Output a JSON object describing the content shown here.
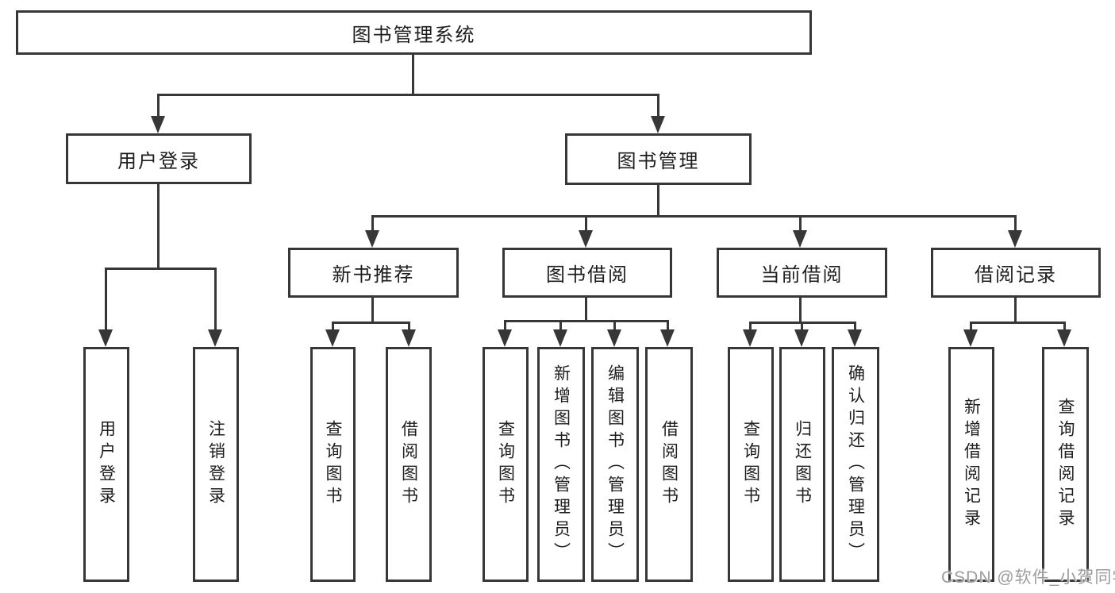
{
  "nodes": {
    "root": "图书管理系统",
    "l2": {
      "login": "用户登录",
      "mgmt": "图书管理"
    },
    "l3": {
      "recommend": "新书推荐",
      "borrow": "图书借阅",
      "current": "当前借阅",
      "records": "借阅记录"
    },
    "leaves": {
      "login_user": "用户登录",
      "login_logout": "注销登录",
      "recommend_query": "查询图书",
      "recommend_borrow": "借阅图书",
      "borrow_query": "查询图书",
      "borrow_add": "新增图书（管理员）",
      "borrow_edit": "编辑图书（管理员）",
      "borrow_lend": "借阅图书",
      "current_query": "查询图书",
      "current_return": "归还图书",
      "current_confirm": "确认归还（管理员）",
      "records_add": "新增借阅记录",
      "records_query": "查询借阅记录"
    }
  },
  "watermark": "CSDN @软件_小贺同学",
  "colors": {
    "line": "#373737",
    "text": "#1d1d1d",
    "watermark": "#9c9c9c",
    "background": "#ffffff"
  }
}
